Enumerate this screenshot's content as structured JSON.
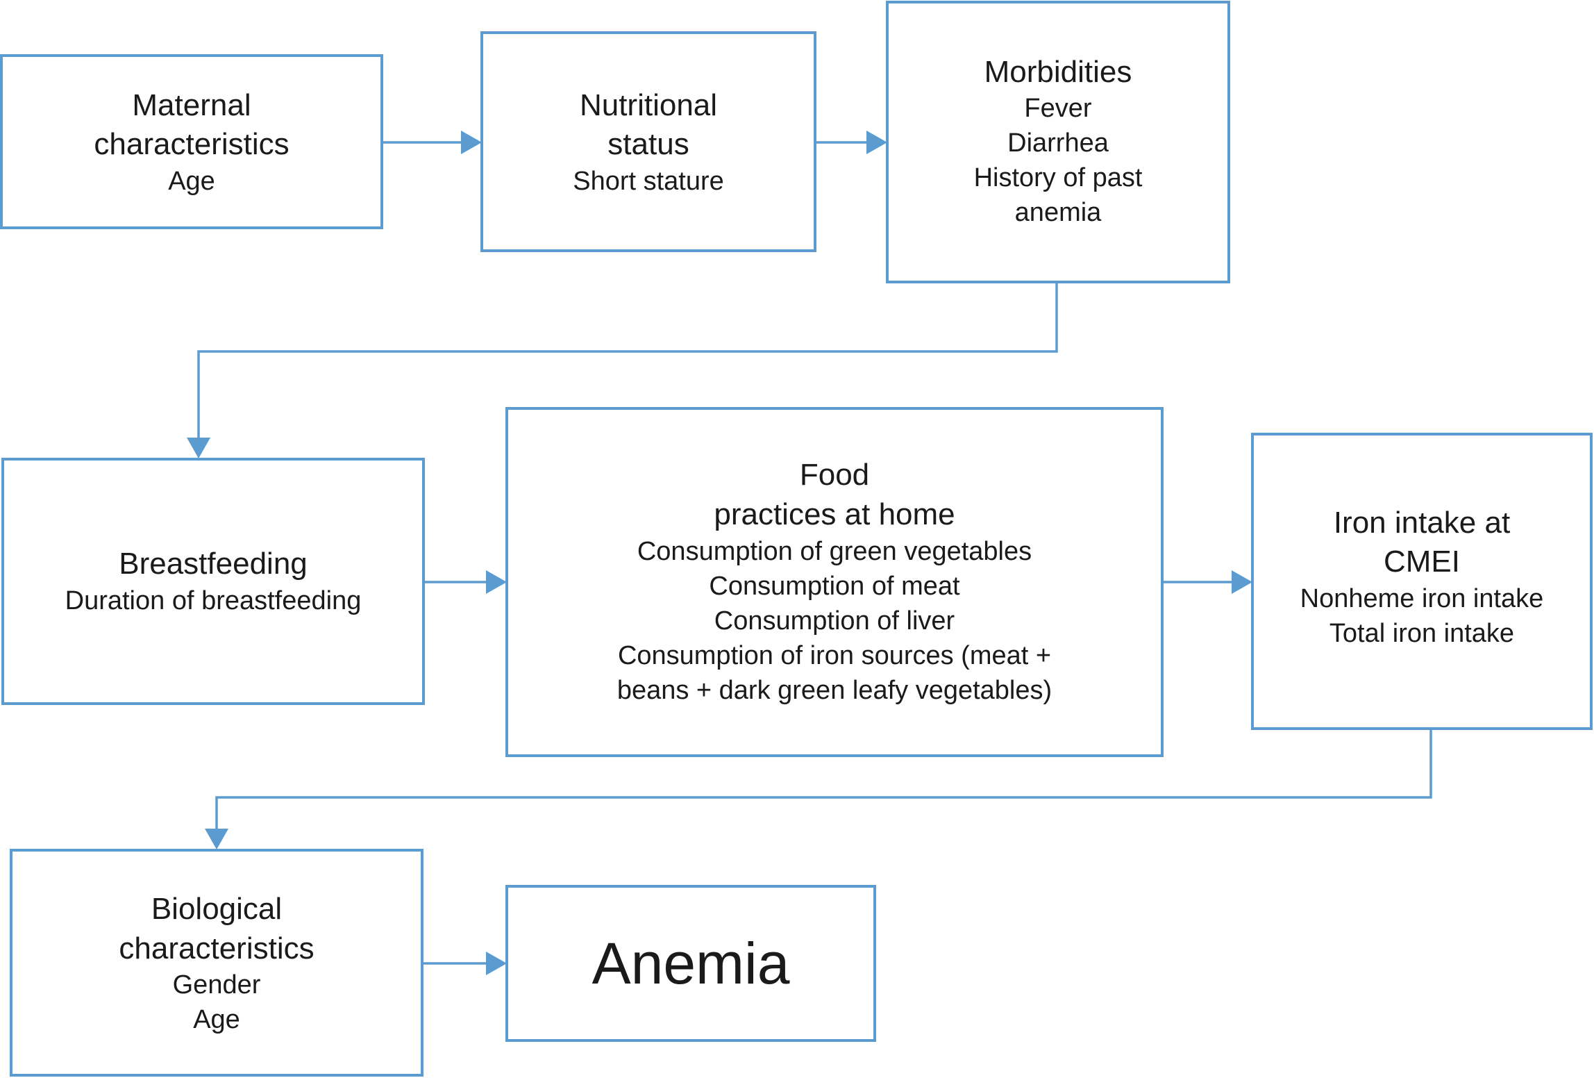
{
  "colors": {
    "box_stroke": "#5b9bd0",
    "connector": "#5b9bd0",
    "text": "#1a1a1a"
  },
  "nodes": {
    "maternal": {
      "heading": [
        "Maternal",
        "characteristics"
      ],
      "items": [
        "Age"
      ]
    },
    "nutritional": {
      "heading": [
        "Nutritional",
        "status"
      ],
      "items": [
        "Short stature"
      ]
    },
    "morbidities": {
      "heading": [
        "Morbidities"
      ],
      "items": [
        "Fever",
        "Diarrhea",
        "History of past",
        "anemia"
      ]
    },
    "breastfeeding": {
      "heading": [
        "Breastfeeding"
      ],
      "items": [
        "Duration of breastfeeding"
      ]
    },
    "food": {
      "heading": [
        "Food",
        "practices at home"
      ],
      "items": [
        "Consumption of green vegetables",
        "Consumption of meat",
        "Consumption of liver",
        "Consumption of iron sources (meat +",
        "beans + dark green leafy vegetables)"
      ]
    },
    "iron": {
      "heading": [
        "Iron intake at",
        "CMEI"
      ],
      "items": [
        "Nonheme iron intake",
        "Total iron intake"
      ]
    },
    "biological": {
      "heading": [
        "Biological",
        "characteristics"
      ],
      "items": [
        "Gender",
        "Age"
      ]
    },
    "anemia": {
      "heading": [
        "Anemia"
      ],
      "items": []
    }
  },
  "edges": [
    {
      "from": "maternal",
      "to": "nutritional"
    },
    {
      "from": "nutritional",
      "to": "morbidities"
    },
    {
      "from": "morbidities",
      "to": "breastfeeding"
    },
    {
      "from": "breastfeeding",
      "to": "food"
    },
    {
      "from": "food",
      "to": "iron"
    },
    {
      "from": "iron",
      "to": "biological"
    },
    {
      "from": "biological",
      "to": "anemia"
    }
  ]
}
